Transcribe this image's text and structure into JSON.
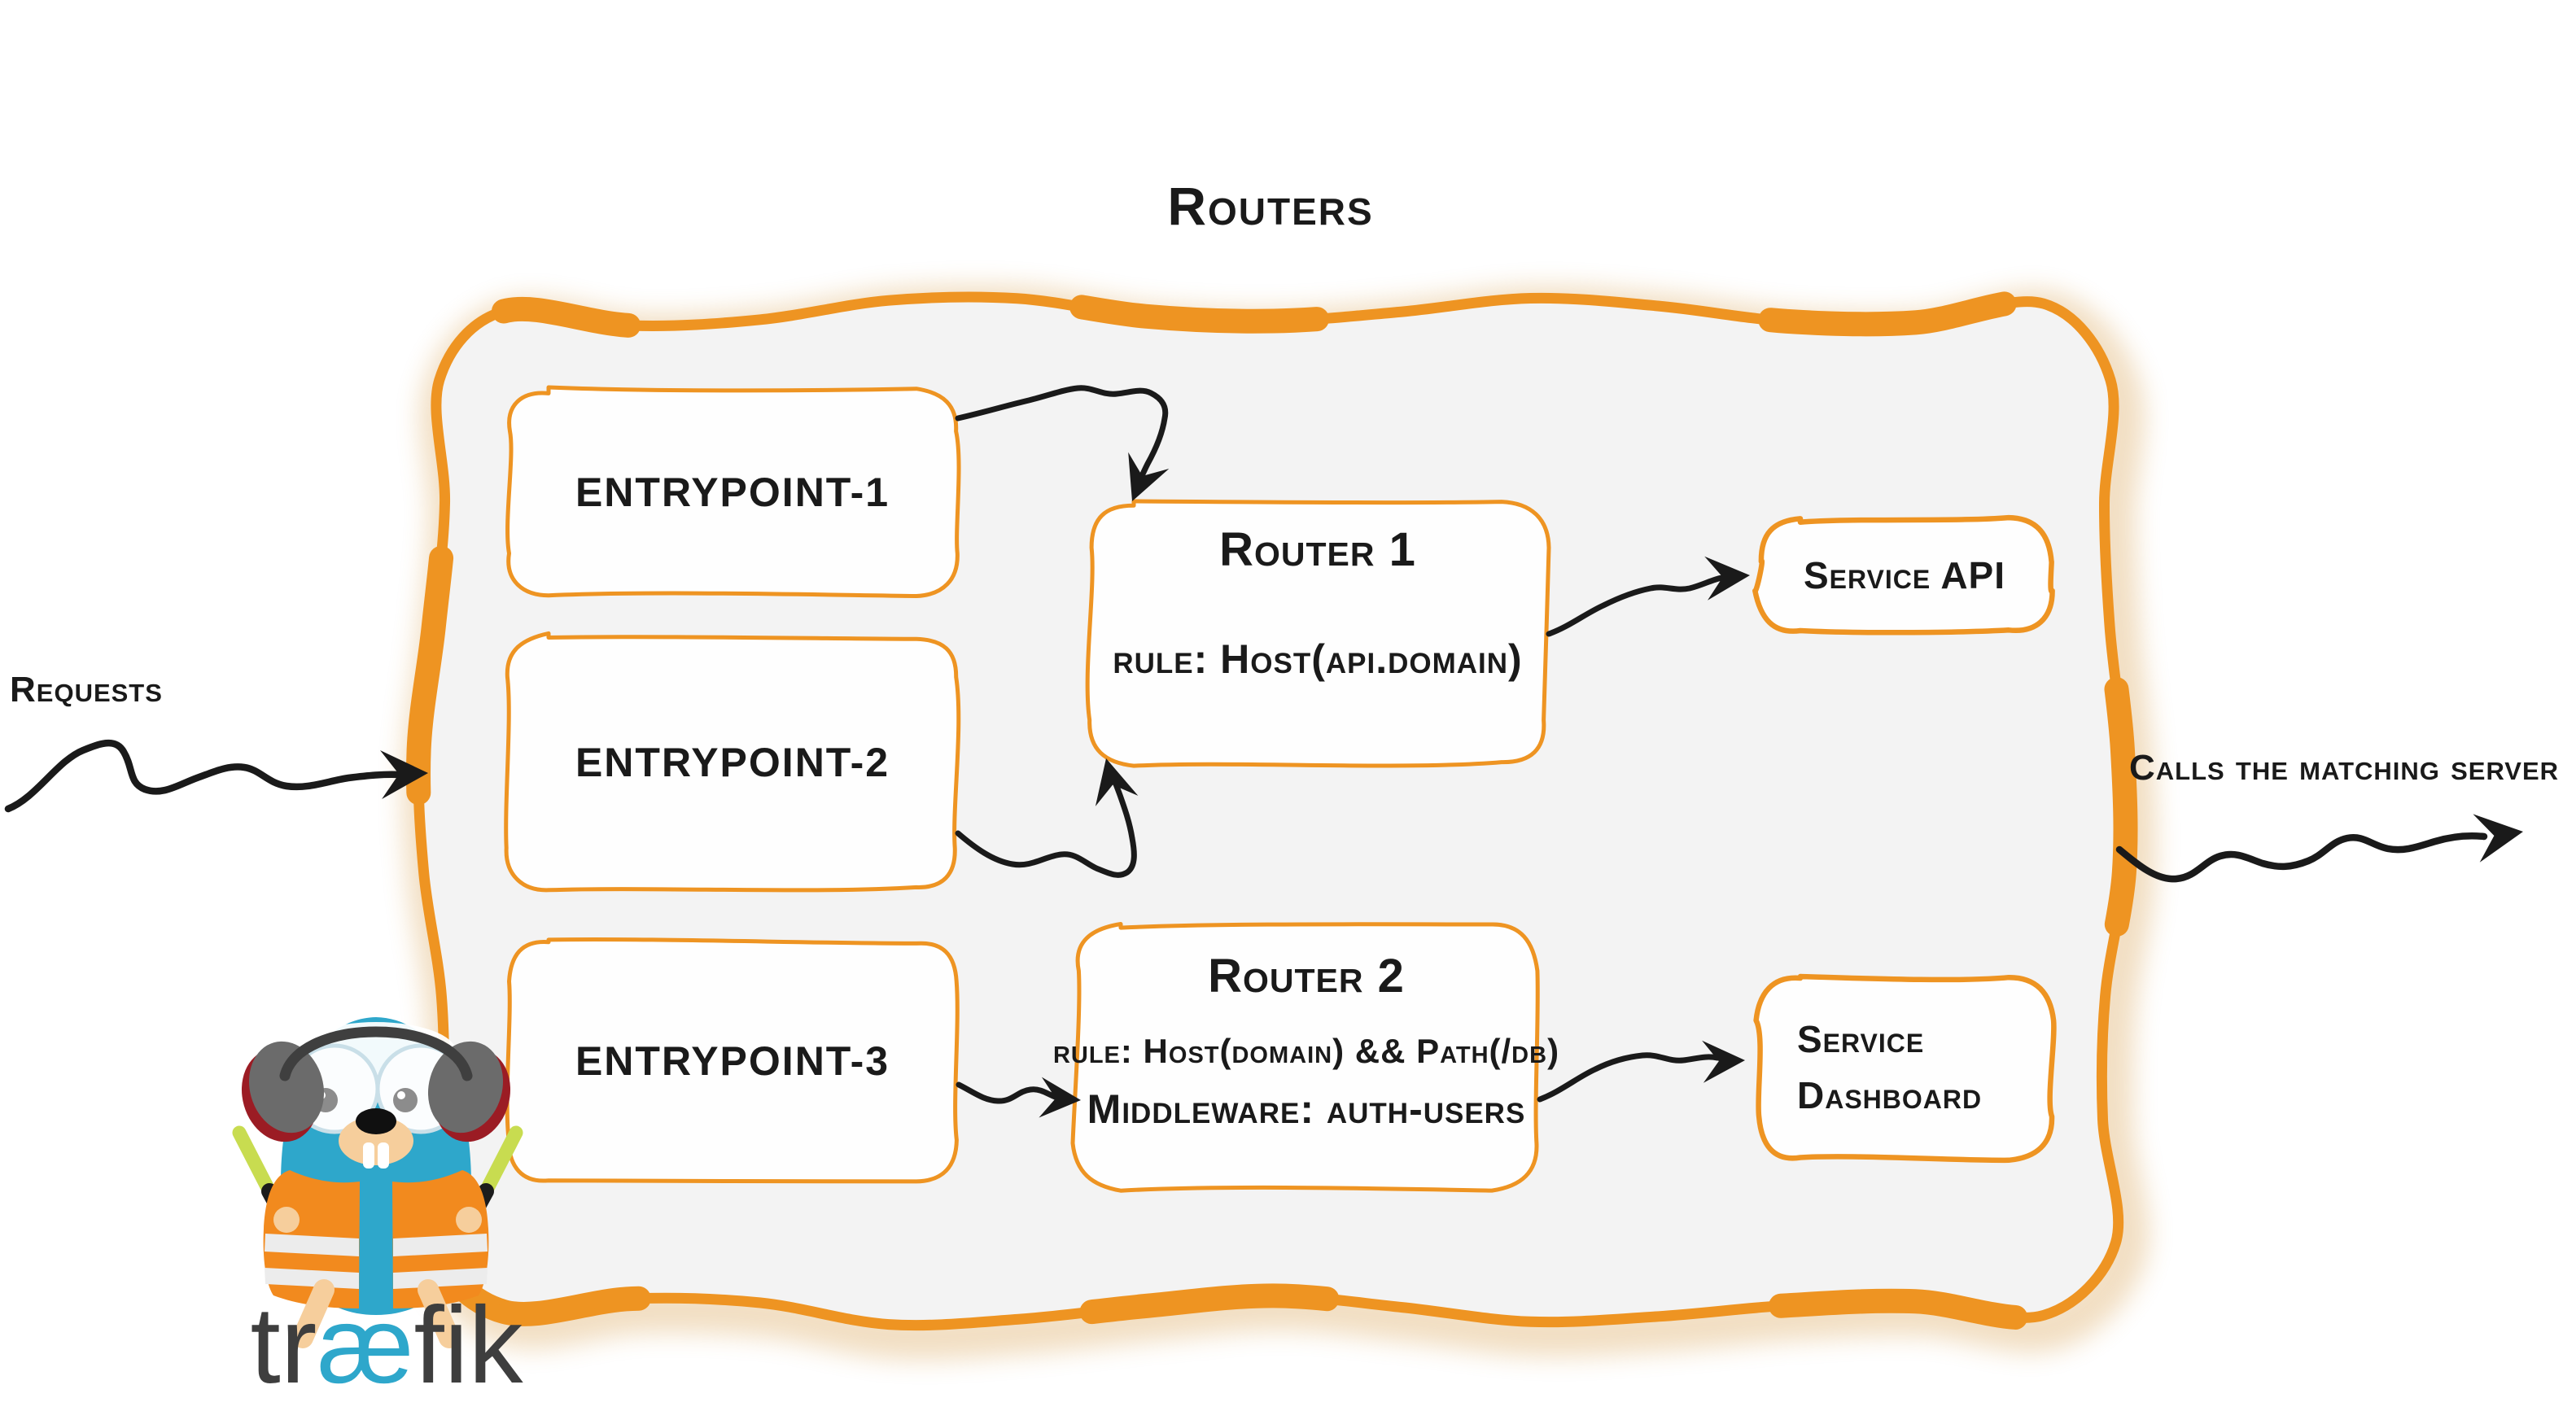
{
  "title": "Routers",
  "annotations": {
    "requests": "Requests",
    "calls": "Calls the matching server"
  },
  "entrypoints": [
    {
      "label": "entrypoint-1"
    },
    {
      "label": "entrypoint-2"
    },
    {
      "label": "entrypoint-3"
    }
  ],
  "routers": [
    {
      "title": "Router 1",
      "rule": "rule: Host(api.domain)"
    },
    {
      "title": "Router 2",
      "rule": "rule: Host(domain) && Path(/db)",
      "middleware": "Middleware: auth-users"
    }
  ],
  "services": [
    {
      "label": "Service API"
    },
    {
      "label": "Service Dashboard"
    }
  ],
  "logo": {
    "pre": "tr",
    "ligature": "æ",
    "post": "fik"
  },
  "colors": {
    "accent": "#EE9422",
    "panel_fill": "#F3F3F3",
    "box_fill": "#FEFEFE",
    "ink": "#1A1A1A",
    "logo_blue": "#2EA7CB",
    "logo_dark": "#3E3E3E",
    "vest_orange": "#F28A1E",
    "stick_green": "#C8DC50",
    "tan": "#F6CE9C",
    "headphone_gray": "#6B6B6B",
    "rim_red": "#9B1C24"
  }
}
